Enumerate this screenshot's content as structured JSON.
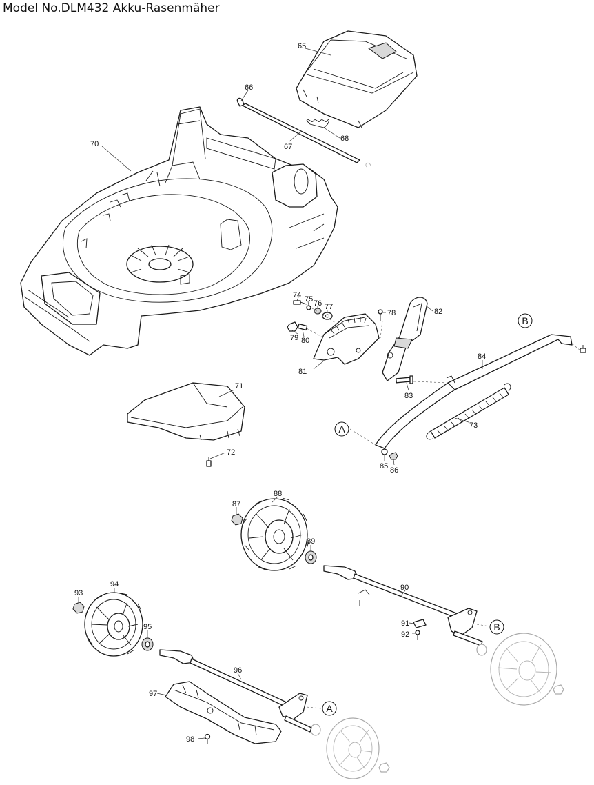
{
  "title": "Model No.DLM432 Akku-Rasenmäher",
  "labels": {
    "p65": "65",
    "p66": "66",
    "p67": "67",
    "p68": "68",
    "p70": "70",
    "p71": "71",
    "p72": "72",
    "p73": "73",
    "p74": "74",
    "p75": "75",
    "p76": "76",
    "p77": "77",
    "p78": "78",
    "p79": "79",
    "p80": "80",
    "p81": "81",
    "p82": "82",
    "p83": "83",
    "p84": "84",
    "p85": "85",
    "p86": "86",
    "p87": "87",
    "p88": "88",
    "p89": "89",
    "p90": "90",
    "p91": "91",
    "p92": "92",
    "p93": "93",
    "p94": "94",
    "p95": "95",
    "p96": "96",
    "p97": "97",
    "p98": "98"
  },
  "refs": {
    "a1": "A",
    "a2": "A",
    "b1": "B",
    "b2": "B"
  }
}
